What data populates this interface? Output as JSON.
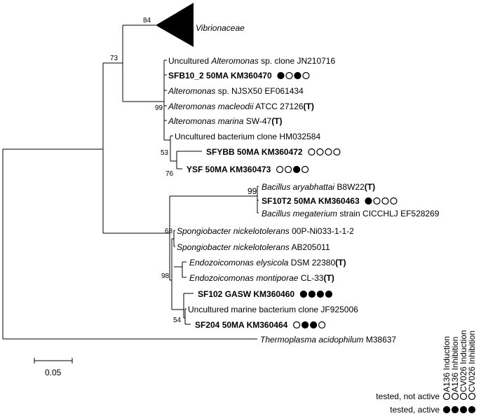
{
  "tree": {
    "clade_label": "Vibrionaceae",
    "scale_bar_label": "0.05",
    "bootstrap": {
      "b84": "84",
      "b73": "73",
      "b99_alteromonas": "99",
      "b53": "53",
      "b76": "76",
      "b99_bacillus": "99",
      "b68": "68",
      "b98": "98",
      "b54": "54"
    },
    "taxa": [
      {
        "id": "t1",
        "parts": [
          [
            "Uncultured ",
            "normal"
          ],
          [
            "Alteromonas",
            "italic"
          ],
          [
            " sp. clone JN210716",
            "normal"
          ]
        ],
        "assay": []
      },
      {
        "id": "t2",
        "parts": [
          [
            "SFB10_2 50MA KM360470",
            "bold"
          ]
        ],
        "assay": [
          true,
          false,
          true,
          false
        ]
      },
      {
        "id": "t3",
        "parts": [
          [
            "Alteromonas",
            "italic"
          ],
          [
            " sp. NJSX50 EF061434",
            "normal"
          ]
        ],
        "assay": []
      },
      {
        "id": "t4",
        "parts": [
          [
            "Alteromonas macleodii",
            "italic"
          ],
          [
            " ATCC 27126",
            "normal"
          ],
          [
            "(T)",
            "bold"
          ]
        ],
        "assay": []
      },
      {
        "id": "t5",
        "parts": [
          [
            "Alteromonas marina",
            "italic"
          ],
          [
            " SW-47",
            "normal"
          ],
          [
            "(T)",
            "bold"
          ]
        ],
        "assay": []
      },
      {
        "id": "t6",
        "parts": [
          [
            "Uncultured bacterium clone HM032584",
            "normal"
          ]
        ],
        "assay": []
      },
      {
        "id": "t7",
        "parts": [
          [
            "SFYBB  50MA KM360472",
            "bold"
          ]
        ],
        "assay": [
          false,
          false,
          false,
          false
        ]
      },
      {
        "id": "t8",
        "parts": [
          [
            "YSF  50MA KM360473",
            "bold"
          ]
        ],
        "assay": [
          false,
          false,
          true,
          false
        ]
      },
      {
        "id": "t9",
        "parts": [
          [
            "Bacillus aryabhattai",
            "italic"
          ],
          [
            " B8W22",
            "normal"
          ],
          [
            "(T)",
            "bold"
          ]
        ],
        "assay": []
      },
      {
        "id": "t10",
        "parts": [
          [
            "SF10T2 50MA  KM360463",
            "bold"
          ]
        ],
        "assay": [
          true,
          false,
          false,
          false
        ]
      },
      {
        "id": "t11",
        "parts": [
          [
            "Bacillus megaterium",
            "italic"
          ],
          [
            " strain CICCHLJ EF528269",
            "normal"
          ]
        ],
        "assay": []
      },
      {
        "id": "t12",
        "parts": [
          [
            "Spongiobacter nickelotolerans",
            "italic"
          ],
          [
            " 00P-Ni033-1-1-2",
            "normal"
          ]
        ],
        "assay": []
      },
      {
        "id": "t13",
        "parts": [
          [
            "Spongiobacter nickelotolerans",
            "italic"
          ],
          [
            " AB205011",
            "normal"
          ]
        ],
        "assay": []
      },
      {
        "id": "t14",
        "parts": [
          [
            "Endozoicomonas elysicola",
            "italic"
          ],
          [
            " DSM 22380",
            "normal"
          ],
          [
            "(T)",
            "bold"
          ]
        ],
        "assay": []
      },
      {
        "id": "t15",
        "parts": [
          [
            "Endozoicomonas montiporae",
            "italic"
          ],
          [
            " CL-33",
            "normal"
          ],
          [
            "(T)",
            "bold"
          ]
        ],
        "assay": []
      },
      {
        "id": "t16",
        "parts": [
          [
            "SF102 GASW KM360460",
            "bold"
          ]
        ],
        "assay": [
          true,
          true,
          true,
          true
        ]
      },
      {
        "id": "t17",
        "parts": [
          [
            "Uncultured marine bacterium clone JF925006",
            "normal"
          ]
        ],
        "assay": []
      },
      {
        "id": "t18",
        "parts": [
          [
            "SF204  50MA KM360464",
            "bold"
          ]
        ],
        "assay": [
          false,
          true,
          true,
          false
        ]
      },
      {
        "id": "t19",
        "parts": [
          [
            "Thermoplasma acidophilum",
            "italic"
          ],
          [
            " M38637",
            "normal"
          ]
        ],
        "assay": []
      }
    ]
  },
  "legend": {
    "columns": [
      "A136 Induction",
      "A136 Inhibition",
      "CV026 Induction",
      "CV026 Inhibition"
    ],
    "rows": [
      {
        "label": "tested, not active",
        "active": false
      },
      {
        "label": "tested, active",
        "active": true
      }
    ]
  }
}
